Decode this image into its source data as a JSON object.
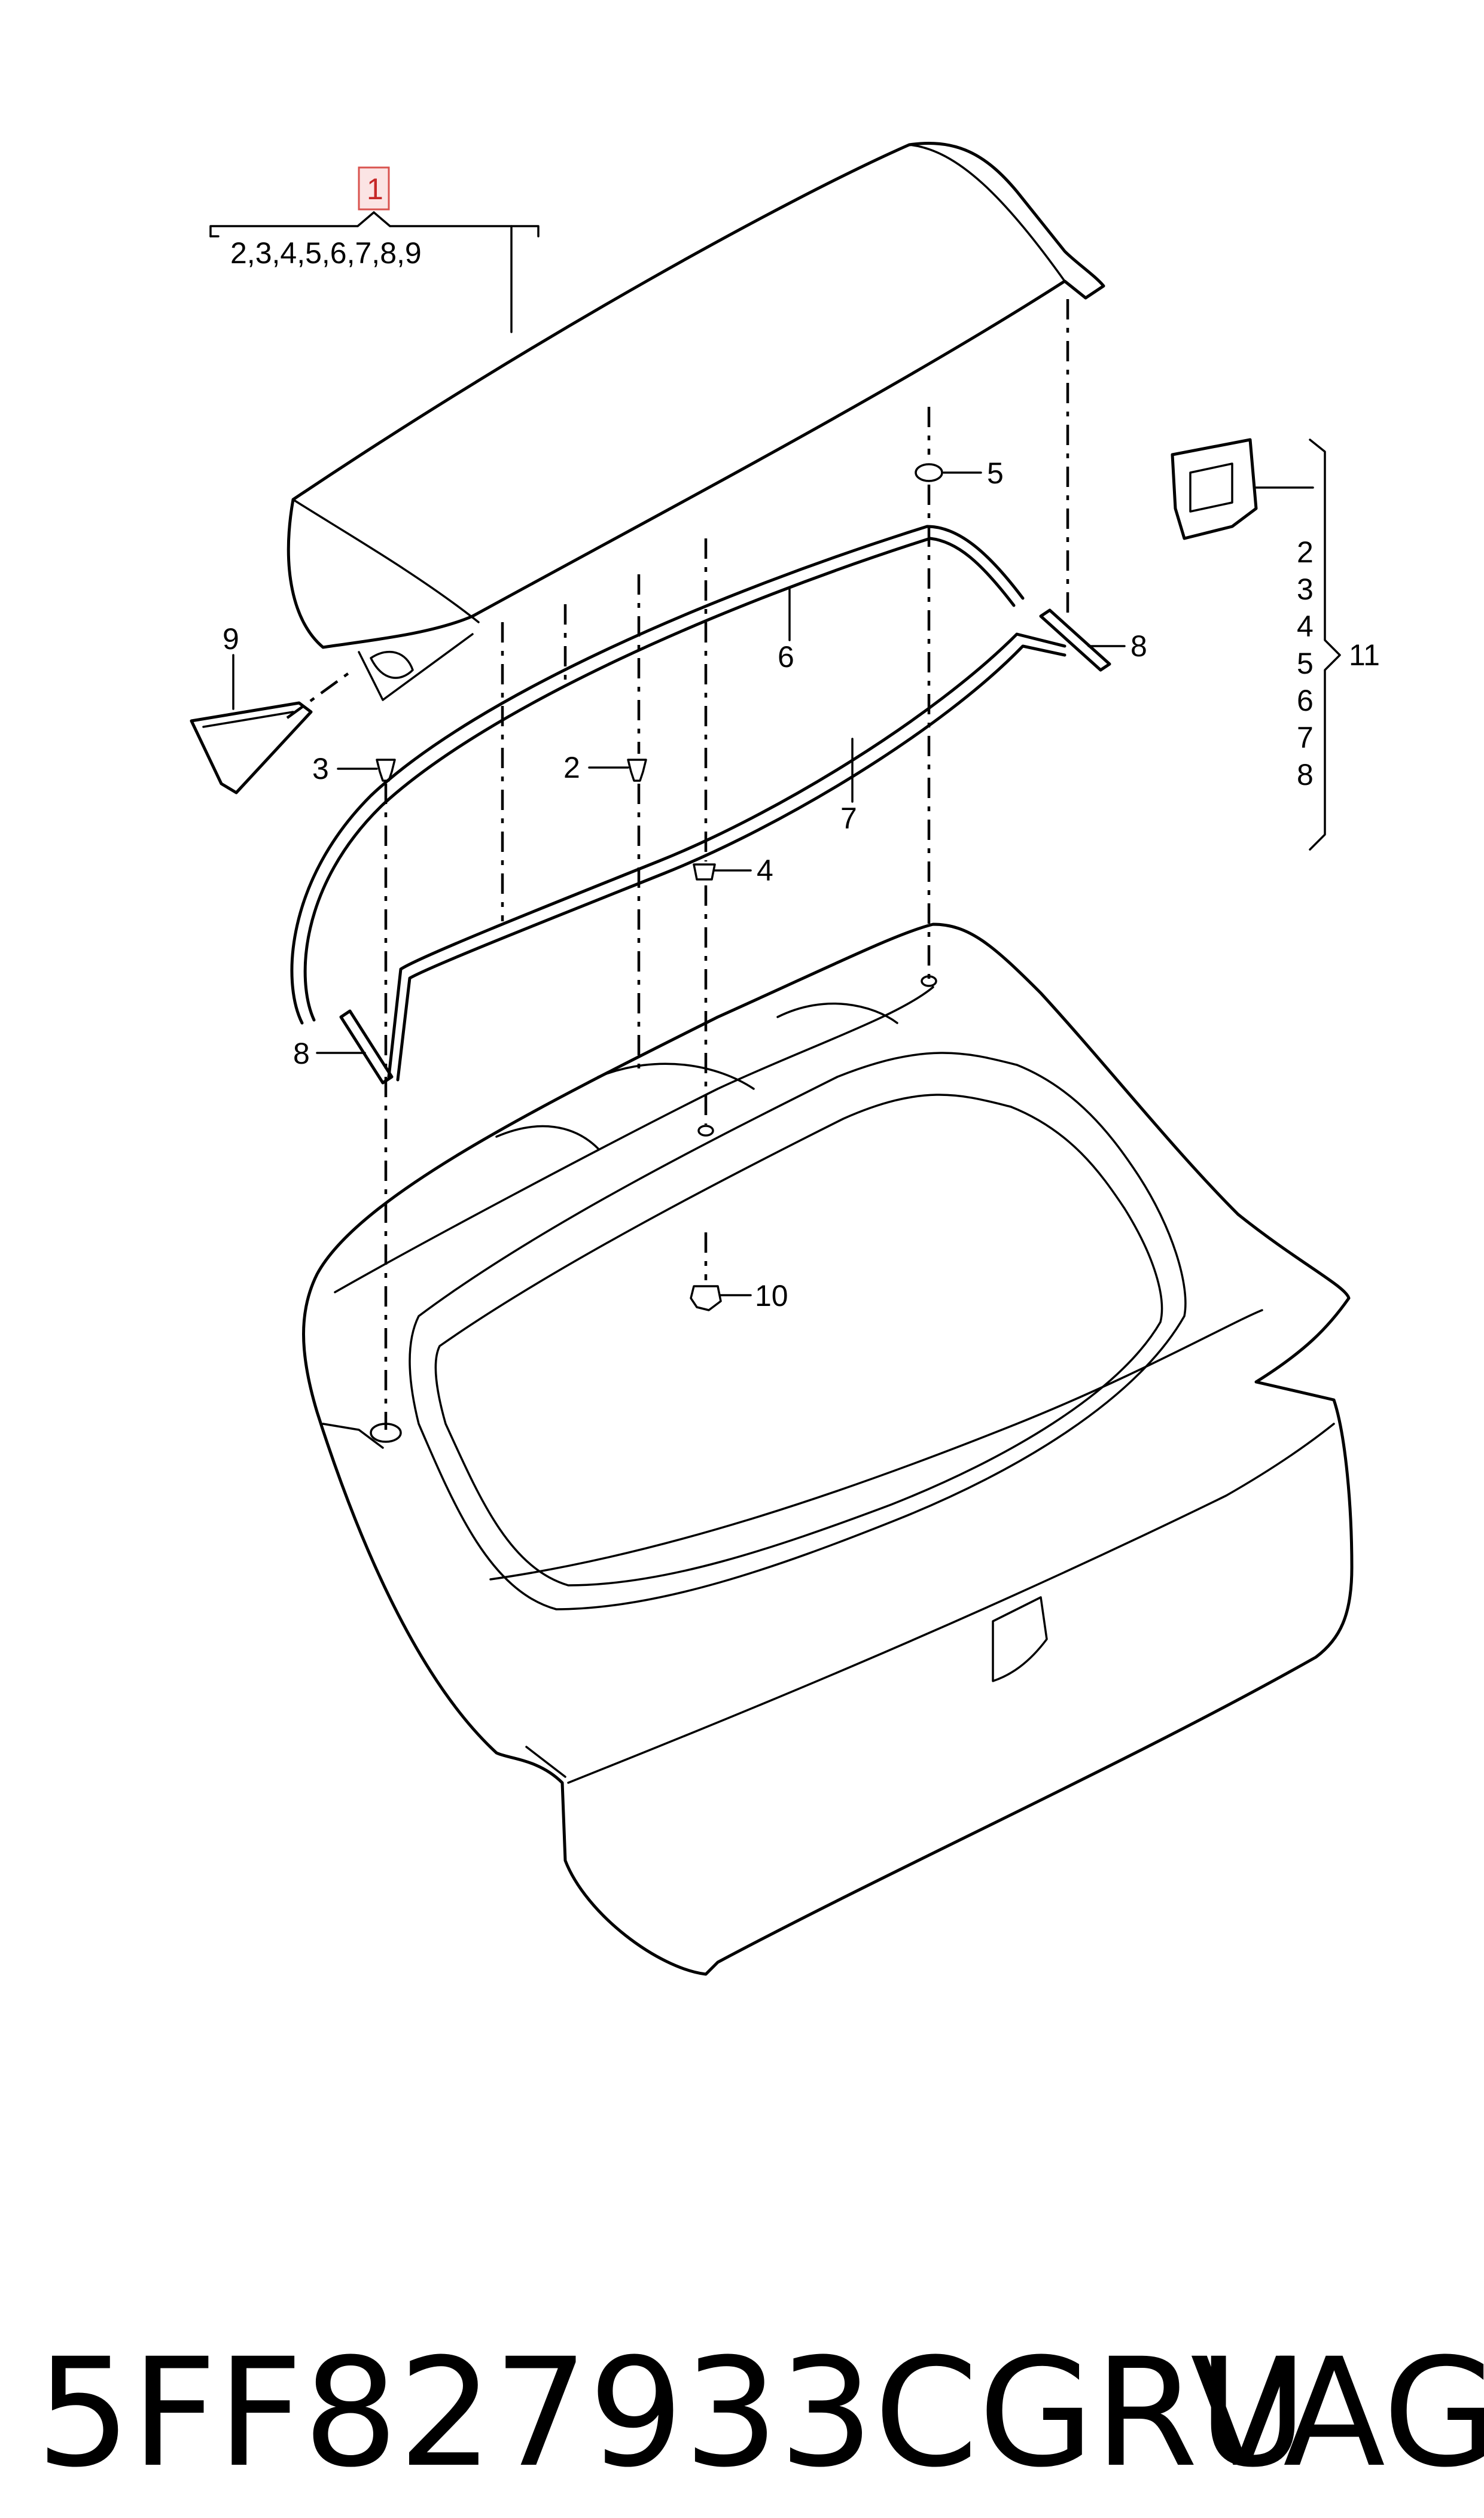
{
  "diagram": {
    "highlighted_part": "1",
    "part1_contents": "2,3,4,5,6,7,8,9",
    "callouts": {
      "c2": "2",
      "c3": "3",
      "c4": "4",
      "c5": "5",
      "c6": "6",
      "c7": "7",
      "c8a": "8",
      "c8b": "8",
      "c9": "9",
      "c10": "10",
      "c11": "11"
    },
    "kit_list": [
      "2",
      "3",
      "4",
      "5",
      "6",
      "7",
      "8"
    ],
    "highlight_color": "#d9534f"
  },
  "footer": {
    "part_number": "5FF827933CGRU",
    "brand": "VAG"
  }
}
